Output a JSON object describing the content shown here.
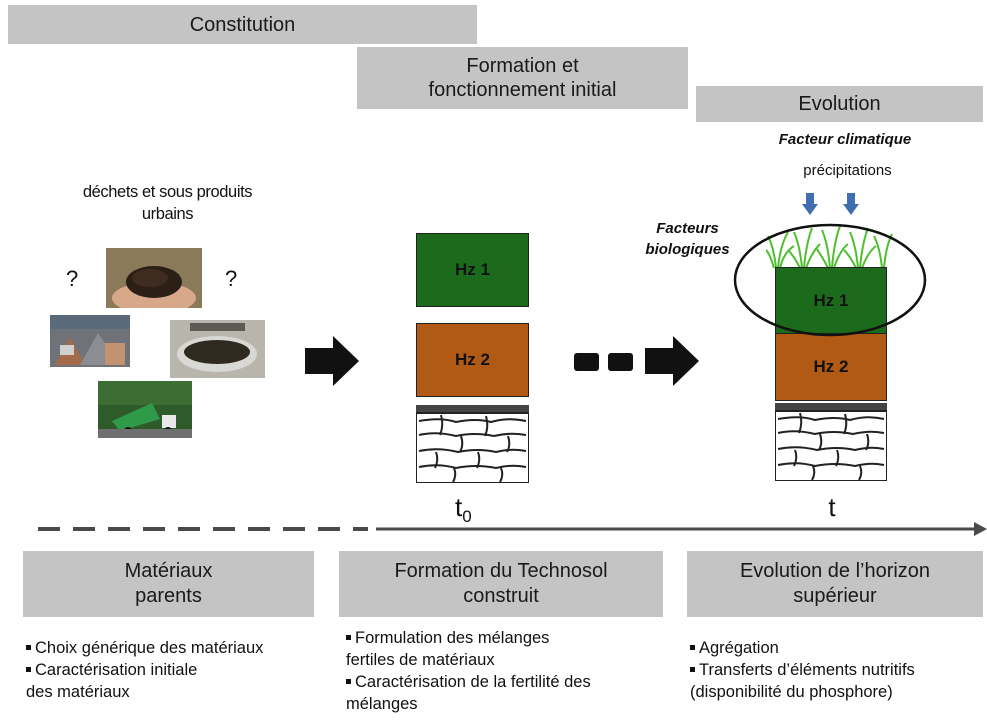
{
  "headers": {
    "constitution": "Constitution",
    "formation": "Formation et fonctionnement initial",
    "evolution": "Evolution"
  },
  "labels": {
    "facteur_climatique": "Facteur climatique",
    "precipitations": "précipitations",
    "facteurs_biologiques": "Facteurs biologiques",
    "dechets": "déchets et sous produits urbains",
    "question": "?",
    "hz1": "Hz 1",
    "hz2": "Hz 2",
    "t0_main": "t",
    "t0_sub": "0",
    "t": "t"
  },
  "bottom_boxes": {
    "materiaux": {
      "line1": "Matériaux",
      "line2": "parents"
    },
    "technosol": {
      "line1": "Formation du Technosol",
      "line2": "construit"
    },
    "horizon": {
      "line1": "Evolution de l’horizon",
      "line2": "supérieur"
    }
  },
  "bullets": {
    "materiaux": {
      "item1": "Choix générique  des matériaux",
      "item2": "Caractérisation initiale",
      "item2_cont": "des matériaux"
    },
    "technosol": {
      "item1": "Formulation des mélanges",
      "item1_cont": "fertiles de matériaux",
      "item2": "Caractérisation de la fertilité des",
      "item2_cont": "mélanges"
    },
    "horizon": {
      "item1": "Agrégation",
      "item2": "Transferts d’éléments nutritifs",
      "item2_cont": "(disponibilité du phosphore)"
    }
  },
  "colors": {
    "header_gray": "#c4c4c4",
    "hz1_green": "#1c6b1c",
    "hz2_brown": "#b05a16",
    "precip_arrow": "#3f6fb0",
    "timeline": "#4a4a4a"
  },
  "icons": [
    "soil-hands-photo",
    "debris-photo",
    "tank-photo",
    "truck-photo",
    "grass-icon",
    "bedrock-icon",
    "arrow-right-icon",
    "arrow-down-icon"
  ]
}
